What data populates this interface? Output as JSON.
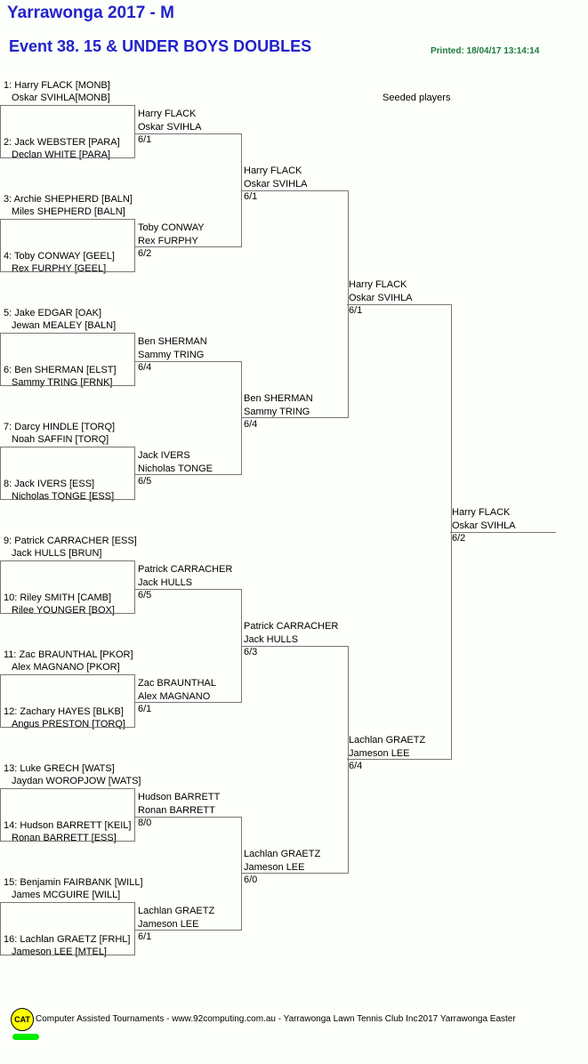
{
  "header": {
    "tournament_title": "Yarrawonga 2017 - M",
    "event_title": "Event 38. 15 & UNDER BOYS DOUBLES",
    "printed": "Printed: 18/04/17 13:14:14",
    "seeded_players_label": "Seeded players",
    "title_color": "#2222cc",
    "printed_color": "#1a7a3c"
  },
  "bracket": {
    "round1_entries": [
      {
        "seed": "1:",
        "p1": "Harry FLACK [MONB]",
        "p2": "Oskar SVIHLA[MONB]"
      },
      {
        "seed": "2:",
        "p1": "Jack WEBSTER [PARA]",
        "p2": "Declan WHITE [PARA]"
      },
      {
        "seed": "3:",
        "p1": "Archie SHEPHERD [BALN]",
        "p2": "Miles SHEPHERD [BALN]"
      },
      {
        "seed": "4:",
        "p1": "Toby CONWAY [GEEL]",
        "p2": "Rex FURPHY [GEEL]"
      },
      {
        "seed": "5:",
        "p1": "Jake EDGAR [OAK]",
        "p2": "Jewan MEALEY [BALN]"
      },
      {
        "seed": "6:",
        "p1": "Ben SHERMAN [ELST]",
        "p2": "Sammy TRING [FRNK]"
      },
      {
        "seed": "7:",
        "p1": "Darcy HINDLE [TORQ]",
        "p2": "Noah SAFFIN [TORQ]"
      },
      {
        "seed": "8:",
        "p1": "Jack IVERS [ESS]",
        "p2": "Nicholas TONGE [ESS]"
      },
      {
        "seed": "9:",
        "p1": "Patrick CARRACHER [ESS]",
        "p2": "Jack HULLS [BRUN]"
      },
      {
        "seed": "10:",
        "p1": "Riley SMITH [CAMB]",
        "p2": "Rilee YOUNGER [BOX]"
      },
      {
        "seed": "11:",
        "p1": "Zac BRAUNTHAL [PKOR]",
        "p2": "Alex MAGNANO [PKOR]"
      },
      {
        "seed": "12:",
        "p1": "Zachary HAYES [BLKB]",
        "p2": "Angus PRESTON [TORQ]"
      },
      {
        "seed": "13:",
        "p1": "Luke GRECH [WATS]",
        "p2": "Jaydan WOROPJOW [WATS]"
      },
      {
        "seed": "14:",
        "p1": "Hudson BARRETT [KEIL]",
        "p2": "Ronan BARRETT [ESS]"
      },
      {
        "seed": "15:",
        "p1": "Benjamin FAIRBANK [WILL]",
        "p2": "James MCGUIRE [WILL]"
      },
      {
        "seed": "16:",
        "p1": "Lachlan GRAETZ [FRHL]",
        "p2": "Jameson LEE [MTEL]"
      }
    ],
    "round2": [
      {
        "p1": "Harry FLACK",
        "p2": "Oskar SVIHLA",
        "score": "6/1"
      },
      {
        "p1": "Toby CONWAY",
        "p2": "Rex FURPHY",
        "score": "6/2"
      },
      {
        "p1": "Ben SHERMAN",
        "p2": "Sammy TRING",
        "score": "6/4"
      },
      {
        "p1": "Jack IVERS",
        "p2": "Nicholas TONGE",
        "score": "6/5"
      },
      {
        "p1": "Patrick CARRACHER",
        "p2": "Jack HULLS",
        "score": "6/5"
      },
      {
        "p1": "Zac BRAUNTHAL",
        "p2": "Alex MAGNANO",
        "score": "6/1"
      },
      {
        "p1": "Hudson BARRETT",
        "p2": "Ronan BARRETT",
        "score": "8/0"
      },
      {
        "p1": "Lachlan GRAETZ",
        "p2": "Jameson LEE",
        "score": "6/1"
      }
    ],
    "round3": [
      {
        "p1": "Harry FLACK",
        "p2": "Oskar SVIHLA",
        "score": "6/1"
      },
      {
        "p1": "Ben SHERMAN",
        "p2": "Sammy TRING",
        "score": "6/4"
      },
      {
        "p1": "Patrick CARRACHER",
        "p2": "Jack HULLS",
        "score": "6/3"
      },
      {
        "p1": "Lachlan GRAETZ",
        "p2": "Jameson LEE",
        "score": "6/0"
      }
    ],
    "round4": [
      {
        "p1": "Harry FLACK",
        "p2": "Oskar SVIHLA",
        "score": "6/1"
      },
      {
        "p1": "Lachlan GRAETZ",
        "p2": "Jameson LEE",
        "score": "6/4"
      }
    ],
    "final": [
      {
        "p1": "Harry FLACK",
        "p2": "Oskar SVIHLA",
        "score": "6/2"
      }
    ]
  },
  "footer": {
    "logo_text": "CAT",
    "credit": "Computer Assisted Tournaments - www.92computing.com.au -  Yarrawonga Lawn Tennis Club Inc.",
    "event": "2017 Yarrawonga Easter",
    "logo_color": "#ffff00",
    "bar_color": "#00ee00"
  }
}
